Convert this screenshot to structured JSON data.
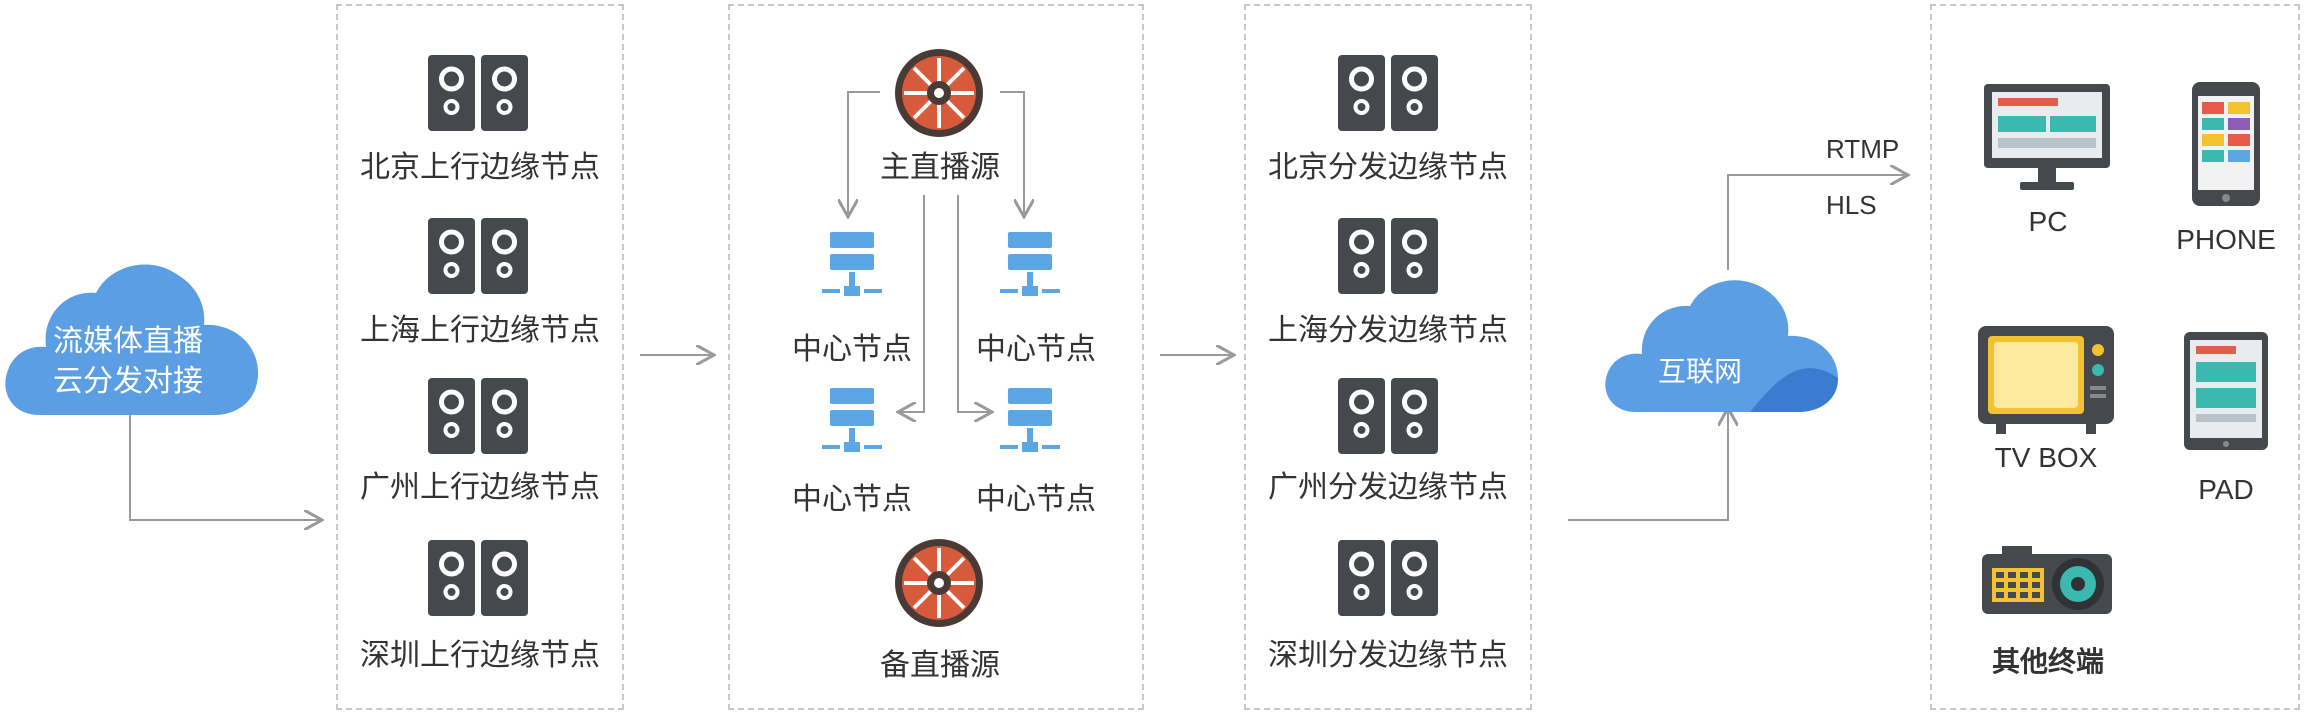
{
  "source_cloud": {
    "line1": "流媒体直播",
    "line2": "云分发对接",
    "icon": "cloud-icon"
  },
  "upstream_edges": [
    {
      "label": "北京上行边缘节点",
      "icon": "server-pair-icon"
    },
    {
      "label": "上海上行边缘节点",
      "icon": "server-pair-icon"
    },
    {
      "label": "广州上行边缘节点",
      "icon": "server-pair-icon"
    },
    {
      "label": "深圳上行边缘节点",
      "icon": "server-pair-icon"
    }
  ],
  "core": {
    "primary_source": "主直播源",
    "backup_source": "备直播源",
    "center_nodes": [
      "中心节点",
      "中心节点",
      "中心节点",
      "中心节点"
    ]
  },
  "distribution_edges": [
    {
      "label": "北京分发边缘节点",
      "icon": "server-pair-icon"
    },
    {
      "label": "上海分发边缘节点",
      "icon": "server-pair-icon"
    },
    {
      "label": "广州分发边缘节点",
      "icon": "server-pair-icon"
    },
    {
      "label": "深圳分发边缘节点",
      "icon": "server-pair-icon"
    }
  ],
  "internet_cloud": {
    "label": "互联网",
    "icon": "cloud-icon"
  },
  "protocols": [
    "RTMP",
    "HLS"
  ],
  "terminals": {
    "pc": "PC",
    "phone": "PHONE",
    "tvbox": "TV BOX",
    "pad": "PAD",
    "other": "其他终端"
  },
  "colors": {
    "server": "#45494d",
    "cloud": "#5b9ee3",
    "reel": "#d75a3a",
    "node": "#5ba7e6",
    "line": "#9a9a9a"
  }
}
